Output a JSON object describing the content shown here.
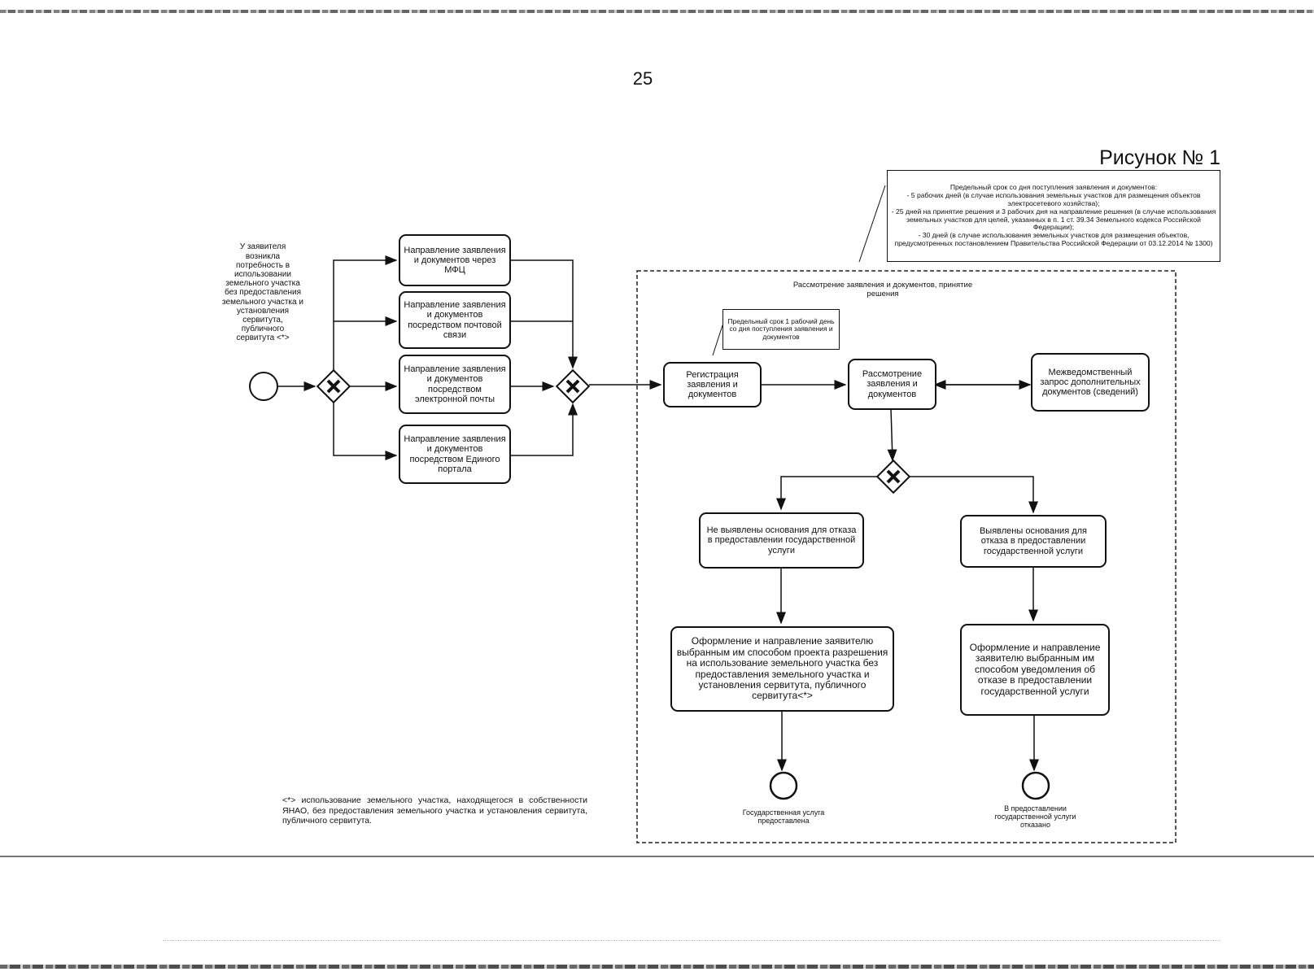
{
  "page_number": "25",
  "figure_caption": "Рисунок № 1",
  "start_label": "У заявителя возникла потребность в использовании земельного участка без предоставления земельного участка и установления сервитута, публичного сервитута <*>",
  "channels": [
    "Направление заявления и документов через МФЦ",
    "Направление заявления и документов посредством почтовой связи",
    "Направление заявления и документов посредством электронной почты",
    "Направление заявления и документов посредством Единого портала"
  ],
  "deadline_note": "Предельный срок со дня поступления заявления и документов:\n- 5 рабочих дней (в случае использования земельных участков для размещения объектов электросетевого хозяйства);\n- 25 дней на принятие решения и 3 рабочих дня на направление решения (в случае использования земельных участков для целей, указанных в п. 1 ст. 39.34 Земельного кодекса Российской Федерации);\n- 30 дней (в случае использования земельных участков для размещения объектов, предусмотренных постановлением Правительства Российской Федерации от 03.12.2014 № 1300)",
  "group_label": "Рассмотрение заявления и документов, принятие решения",
  "registration_note": "Предельный срок 1 рабочий день со дня поступления заявления и документов",
  "registration_task": "Регистрация заявления и документов",
  "review_task": "Рассмотрение заявления и документов",
  "interagency_task": "Межведомственный запрос дополнительных документов (сведений)",
  "branch_no_refusal": "Не выявлены основания для отказа в предоставлении государственной услуги",
  "branch_refusal": "Выявлены основания для отказа в предоставлении государственной услуги",
  "outcome_permit": "Оформление и направление заявителю выбранным им способом проекта разрешения на использование земельного участка без предоставления земельного участка и установления сервитута, публичного сервитута<*>",
  "outcome_refusal_notice": "Оформление и направление заявителю выбранным им способом уведомления об отказе в предоставлении государственной услуги",
  "end_granted": "Государственная услуга предоставлена",
  "end_refused": "В предоставлении государственной услуги отказано",
  "footnote": "<*> использование земельного участка, находящегося в собственности ЯНАО, без предоставления земельного участка и установления сервитута, публичного сервитута."
}
